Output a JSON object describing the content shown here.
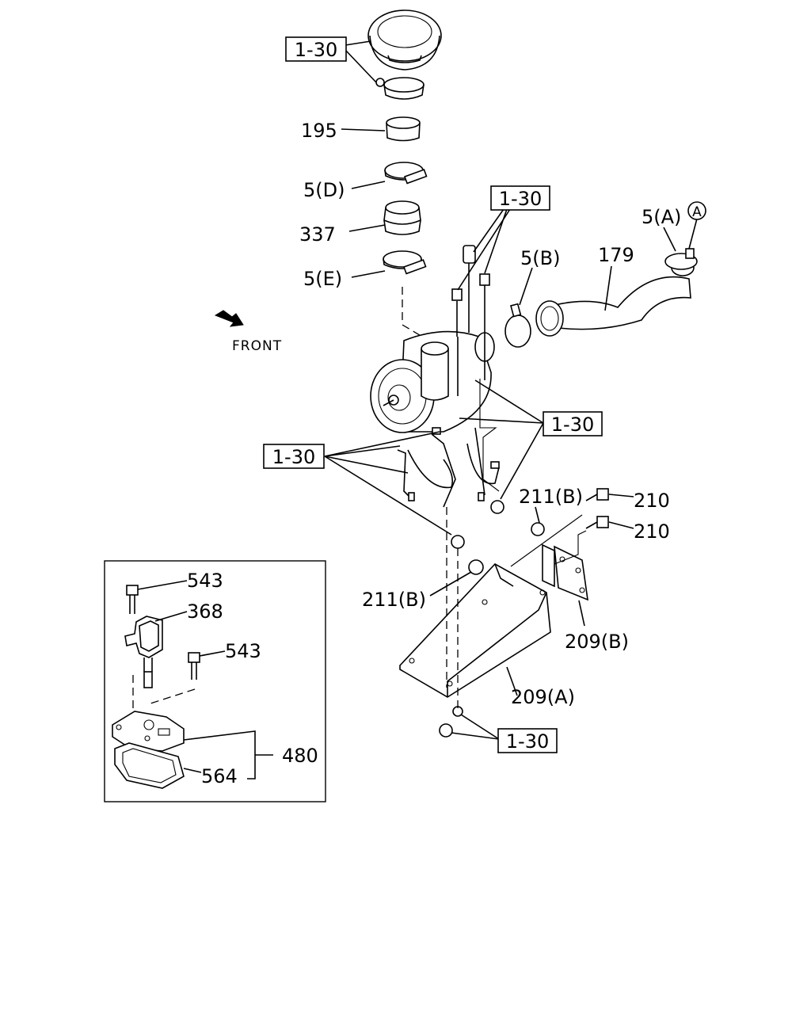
{
  "diagram": {
    "front_label": "FRONT",
    "circle_ref": "A",
    "refs": {
      "r1": "1-30",
      "r2": "1-30",
      "r3": "1-30",
      "r4": "1-30",
      "r5": "1-30"
    },
    "labels": {
      "p195": "195",
      "p5d": "5(D)",
      "p337": "337",
      "p5e": "5(E)",
      "p5a": "5(A)",
      "p5b": "5(B)",
      "p179": "179",
      "p211b_1": "211(B)",
      "p210_1": "210",
      "p210_2": "210",
      "p211b_2": "211(B)",
      "p209b": "209(B)",
      "p209a": "209(A)",
      "p543_1": "543",
      "p368": "368",
      "p543_2": "543",
      "p480": "480",
      "p564": "564"
    }
  }
}
